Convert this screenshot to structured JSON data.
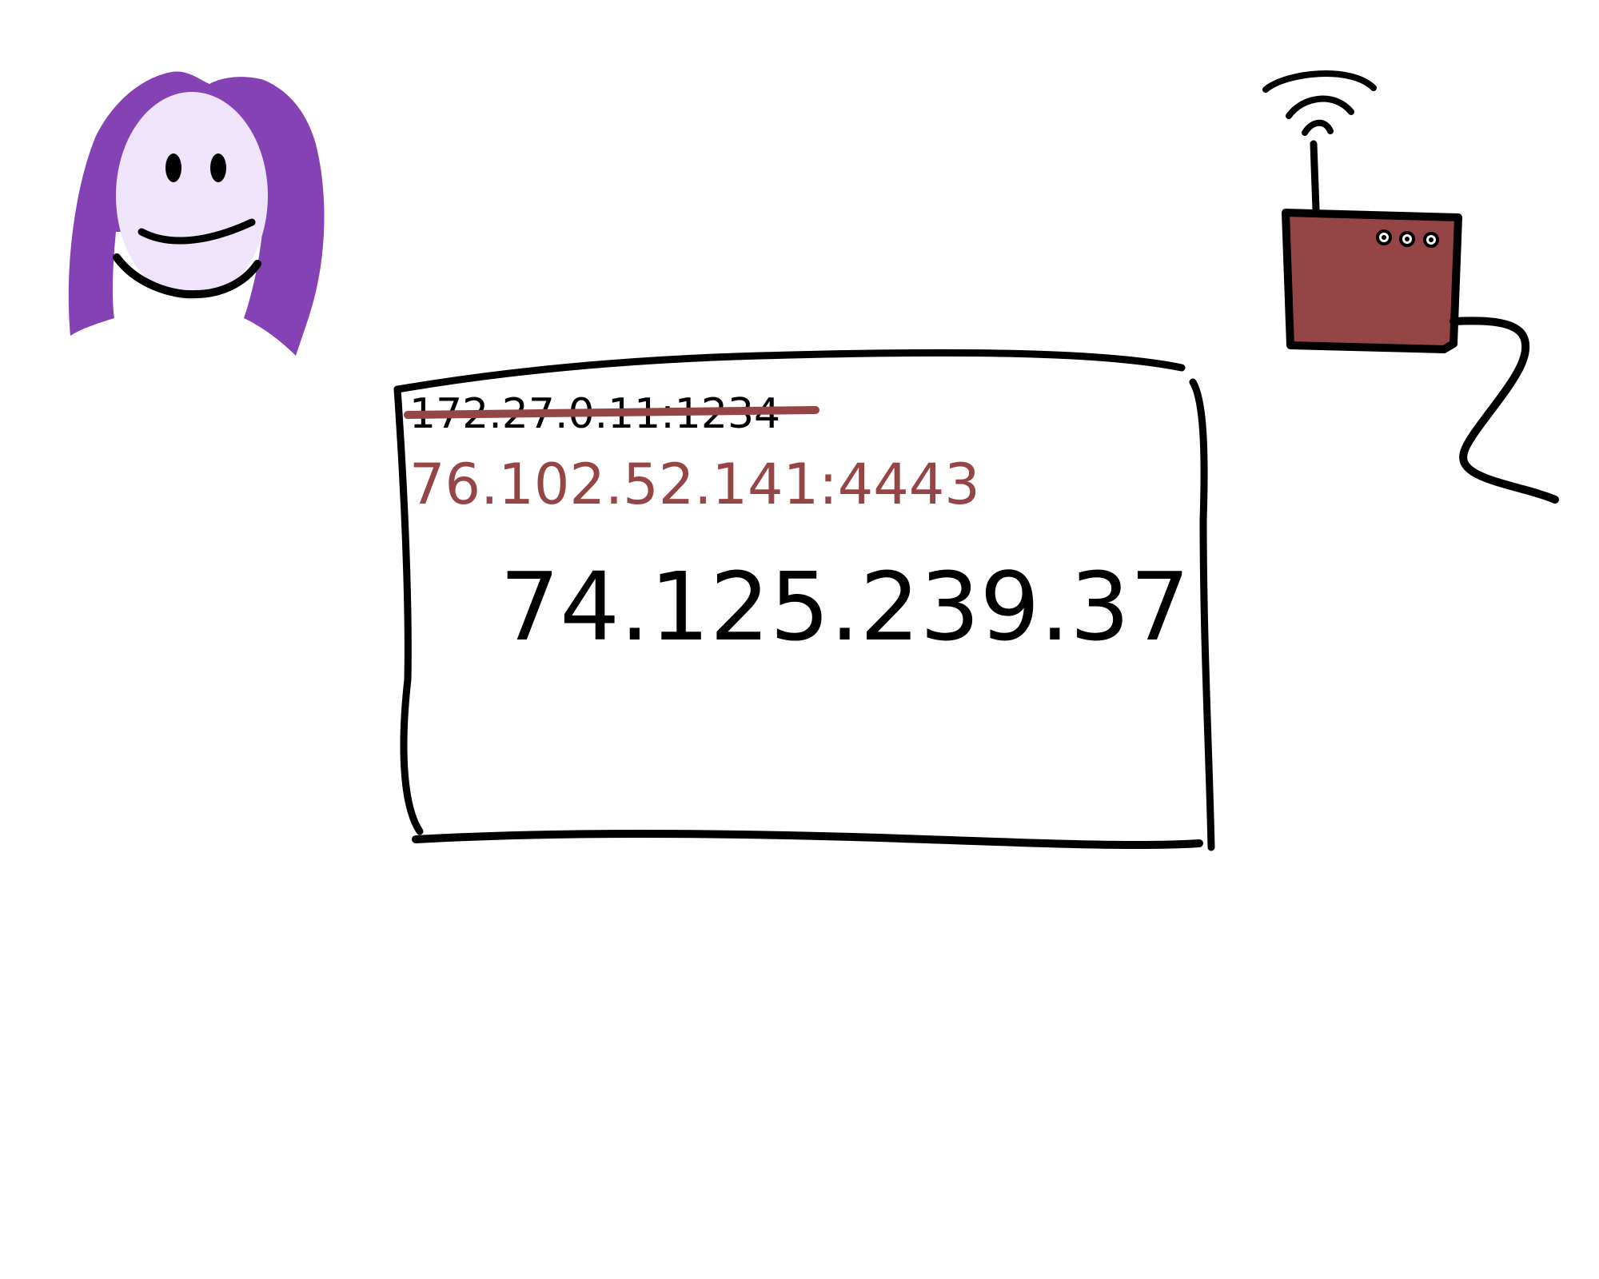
{
  "packet": {
    "original_address": "172.27.0.11:1234",
    "rewritten_address": "76.102.52.141:4443",
    "destination_address": "74.125.239.37"
  },
  "colors": {
    "hair": "#8442b4",
    "face": "#efe4fb",
    "router_body": "#964547",
    "strike": "#964547",
    "ink": "#000000",
    "rewritten_text": "#964547"
  },
  "icons": {
    "person": "person-icon",
    "router": "router-icon",
    "wifi": "wifi-signal-icon"
  }
}
